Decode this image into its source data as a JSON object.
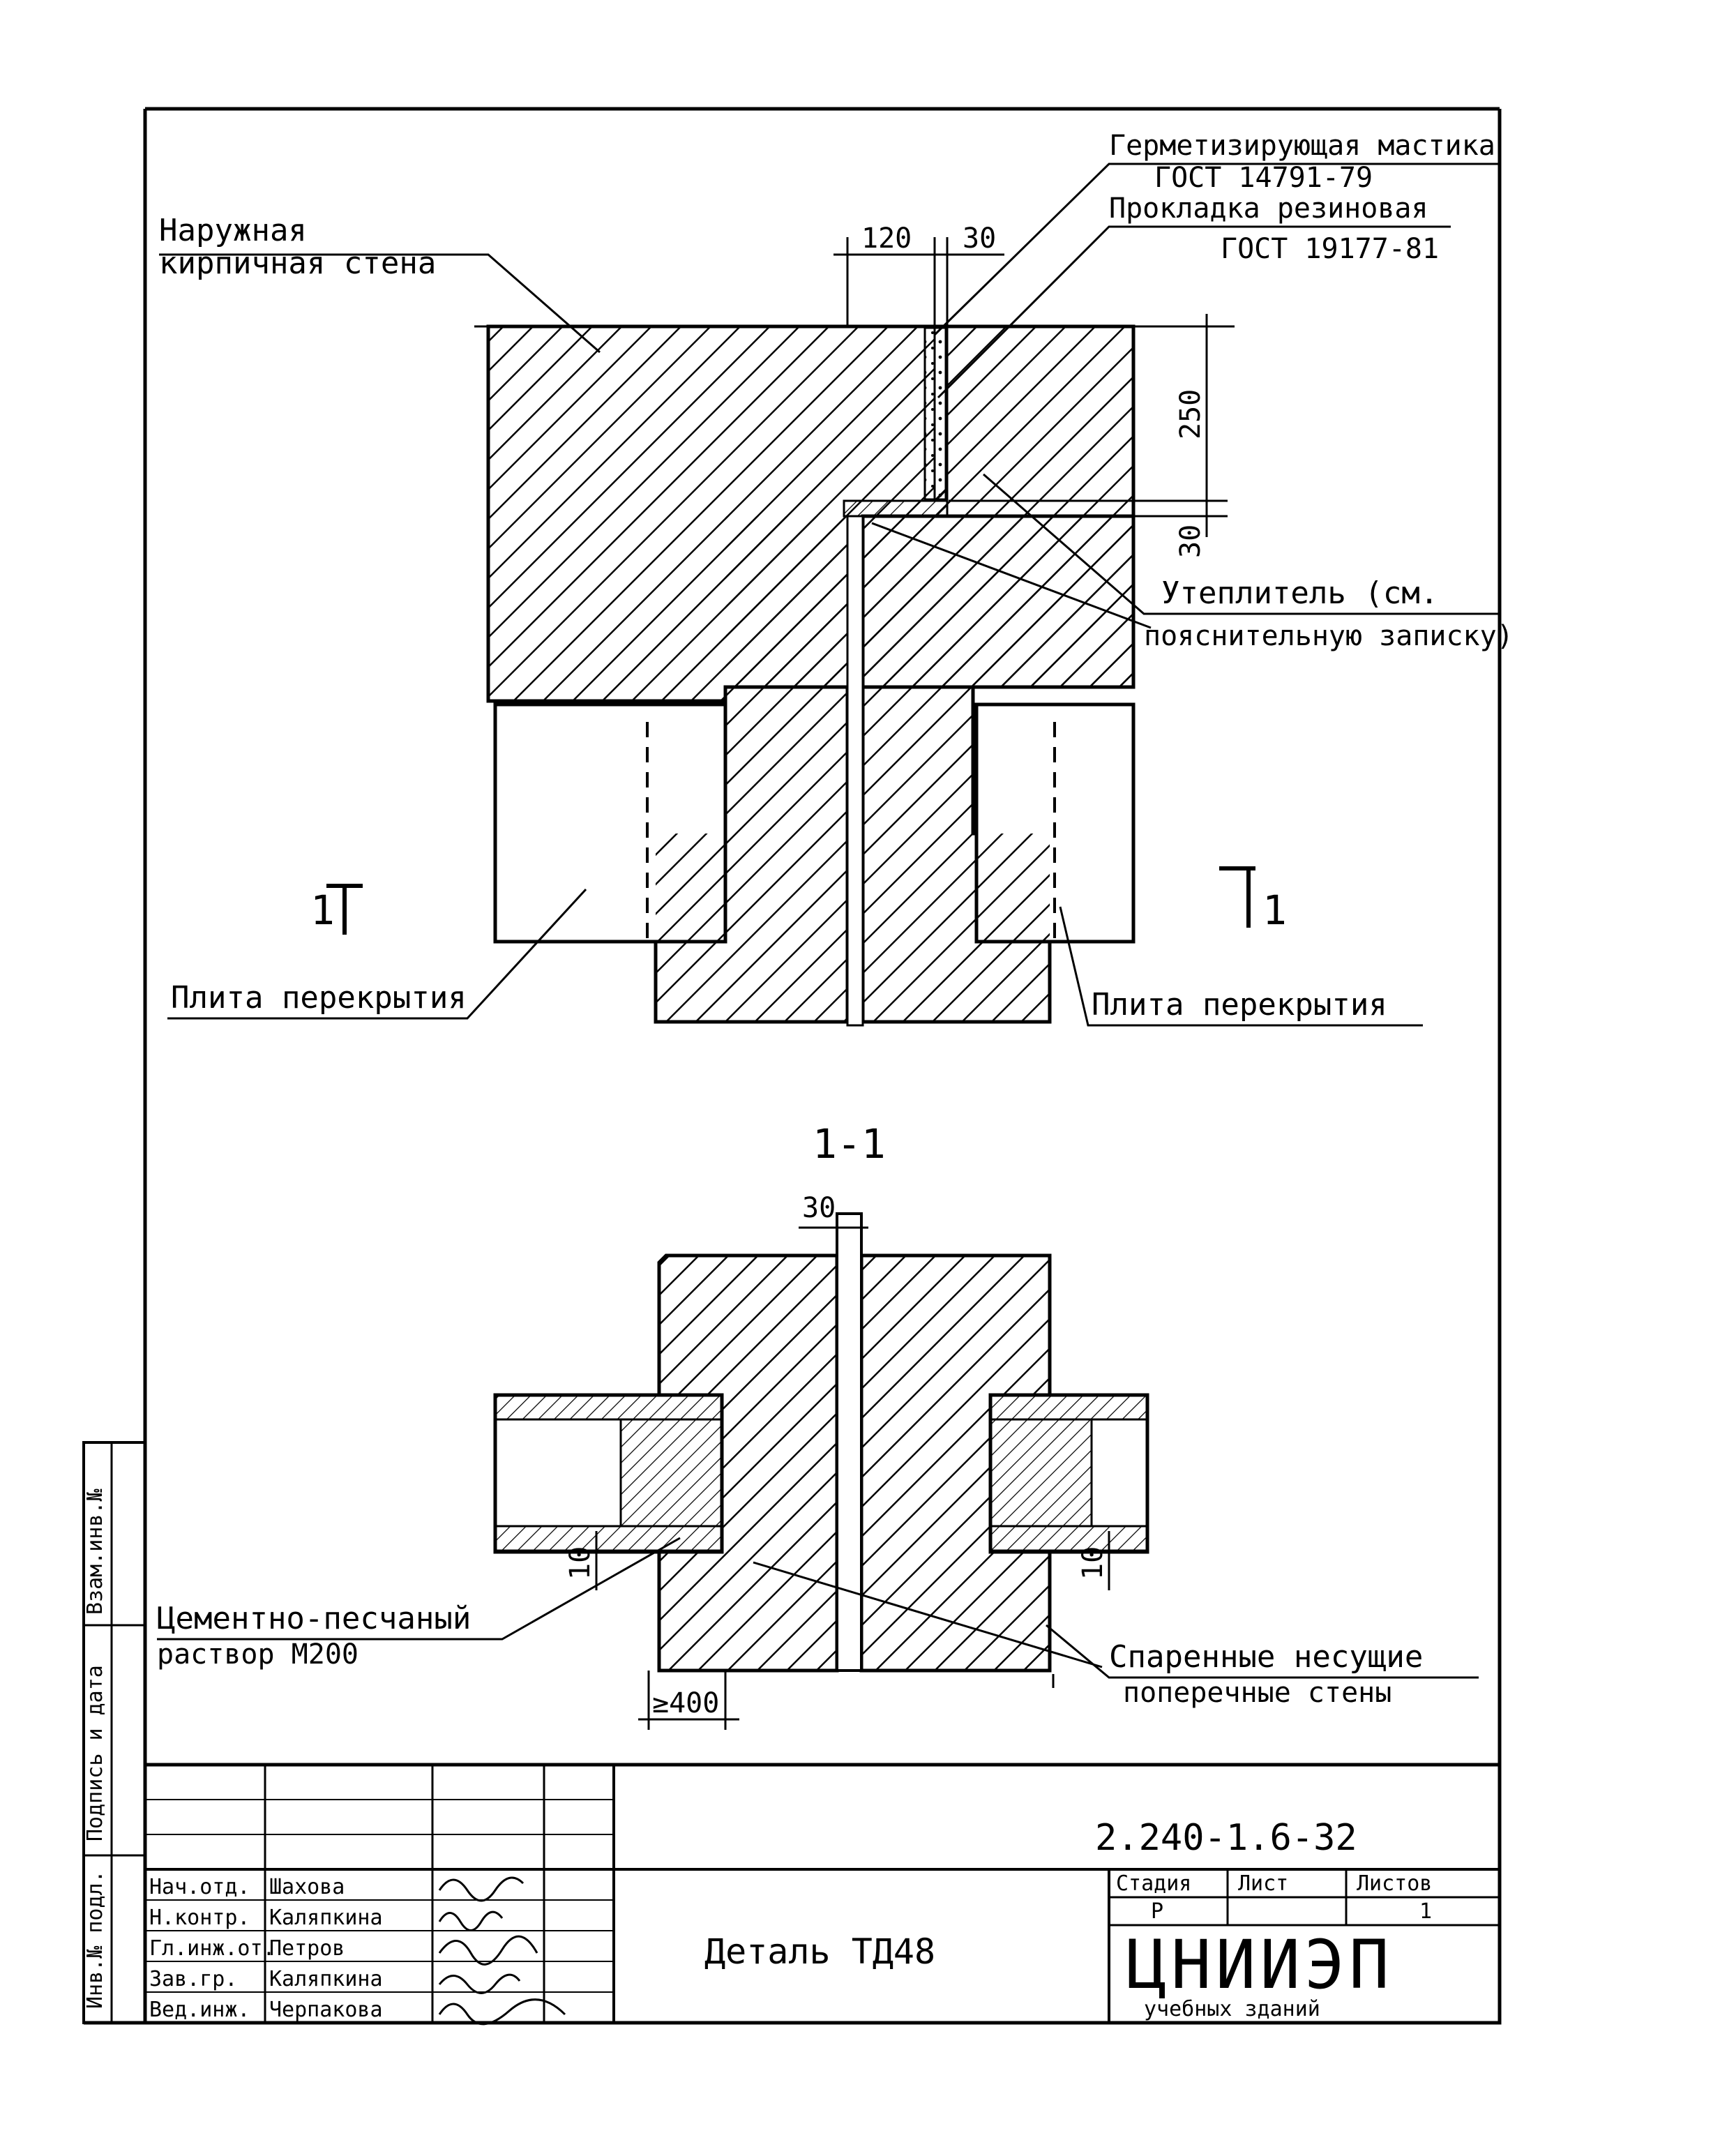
{
  "labels": {
    "outer_wall_1": "Наружная",
    "outer_wall_2": "кирпичная стена",
    "sealant_1": "Герметизирующая мастика",
    "sealant_2": "ГОСТ 14791-79",
    "gasket_1": "Прокладка резиновая",
    "gasket_2": "ГОСТ 19177-81",
    "insulation_1": "Утеплитель (см.",
    "insulation_2": "пояснительную записку)",
    "slab_left": "Плита перекрытия",
    "slab_right": "Плита перекрытия",
    "mortar_1": "Цементно-песчаный",
    "mortar_2": "раствор М200",
    "walls_1": "Спаренные несущие",
    "walls_2": "поперечные стены"
  },
  "dimensions": {
    "d120": "120",
    "d30_top": "30",
    "d250": "250",
    "d30_right": "30",
    "d30_section": "30",
    "d10_left": "10",
    "d10_right": "10",
    "d400": "≥400"
  },
  "section": {
    "title": "1-1",
    "mark_left": "1",
    "mark_right": "1"
  },
  "side_stamp": [
    "Инв.№ подл.",
    "Подпись и дата",
    "Взам.инв.№"
  ],
  "title_block": {
    "code": "2.240-1.6-32",
    "detail_title": "Деталь ТД48",
    "stage_header": "Стадия",
    "sheet_header": "Лист",
    "sheets_header": "Листов",
    "stage_value": "Р",
    "sheets_value": "1",
    "org_name": "ЦНИИЭП",
    "org_sub": "учебных зданий",
    "roles": [
      {
        "role": "Нач.отд.",
        "name": "Шахова"
      },
      {
        "role": "Н.контр.",
        "name": "Каляпкина"
      },
      {
        "role": "Гл.инж.от.",
        "name": "Петров"
      },
      {
        "role": "Зав.гр.",
        "name": "Каляпкина"
      },
      {
        "role": "Вед.инж.",
        "name": "Черпакова"
      }
    ]
  }
}
